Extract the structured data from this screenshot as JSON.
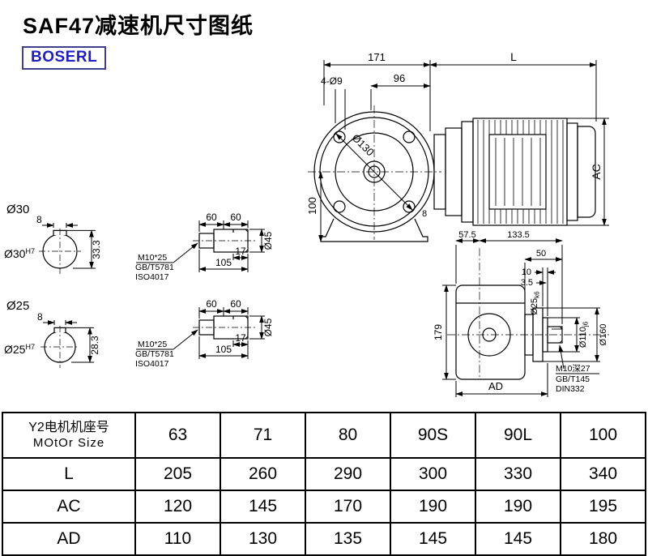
{
  "title": "SAF47减速机尺寸图纸",
  "logo": "BOSERL",
  "drawing": {
    "front_view": {
      "dim_width": "171",
      "dim_motor_len": "L",
      "dim_inner": "96",
      "flange_holes": "4-Ø9",
      "bolt_circle": "Ø130",
      "dim_shaft_height": "100",
      "dim_motor_height": "AC",
      "dim_key": "8"
    },
    "shaft_end_top": {
      "dia": "Ø30",
      "bore": "Ø30",
      "bore_tol": "H7",
      "key_width": "8",
      "key_depth": "33.3"
    },
    "shaft_end_bottom": {
      "dia": "Ø25",
      "bore": "Ø25",
      "bore_tol": "H7",
      "key_width": "8",
      "key_depth": "28.3"
    },
    "shaft_detail_top": {
      "seg1": "60",
      "seg2": "60",
      "key_len": "17",
      "length": "105",
      "dia": "Ø45",
      "tap": "M10*25",
      "std1": "GB/T5781",
      "std2": "ISO4017"
    },
    "shaft_detail_bottom": {
      "seg1": "60",
      "seg2": "60",
      "key_len": "17",
      "length": "105",
      "dia": "Ø45",
      "tap": "M10*25",
      "std1": "GB/T5781",
      "std2": "ISO4017"
    },
    "side_view": {
      "dim_a": "57.5",
      "dim_b": "133.5",
      "dim_c": "50",
      "dim_d": "10",
      "dim_e": "3.5",
      "shaft_dia": "Ø25",
      "shaft_tol": "k6",
      "dim_height": "179",
      "spigot_dia": "Ø110",
      "spigot_tol": "j6",
      "flange_dia": "Ø160",
      "dim_ad": "AD",
      "tap": "M10深27",
      "std1": "GB/T145",
      "std2": "DIN332"
    }
  },
  "table": {
    "row_header_cn": "Y2电机机座号",
    "row_header_en": "MOtOr Size",
    "columns": [
      "63",
      "71",
      "80",
      "90S",
      "90L",
      "100"
    ],
    "rows": [
      {
        "label": "L",
        "values": [
          "205",
          "260",
          "290",
          "300",
          "330",
          "340"
        ]
      },
      {
        "label": "AC",
        "values": [
          "120",
          "145",
          "170",
          "190",
          "190",
          "195"
        ]
      },
      {
        "label": "AD",
        "values": [
          "110",
          "130",
          "135",
          "145",
          "145",
          "180"
        ]
      }
    ]
  }
}
